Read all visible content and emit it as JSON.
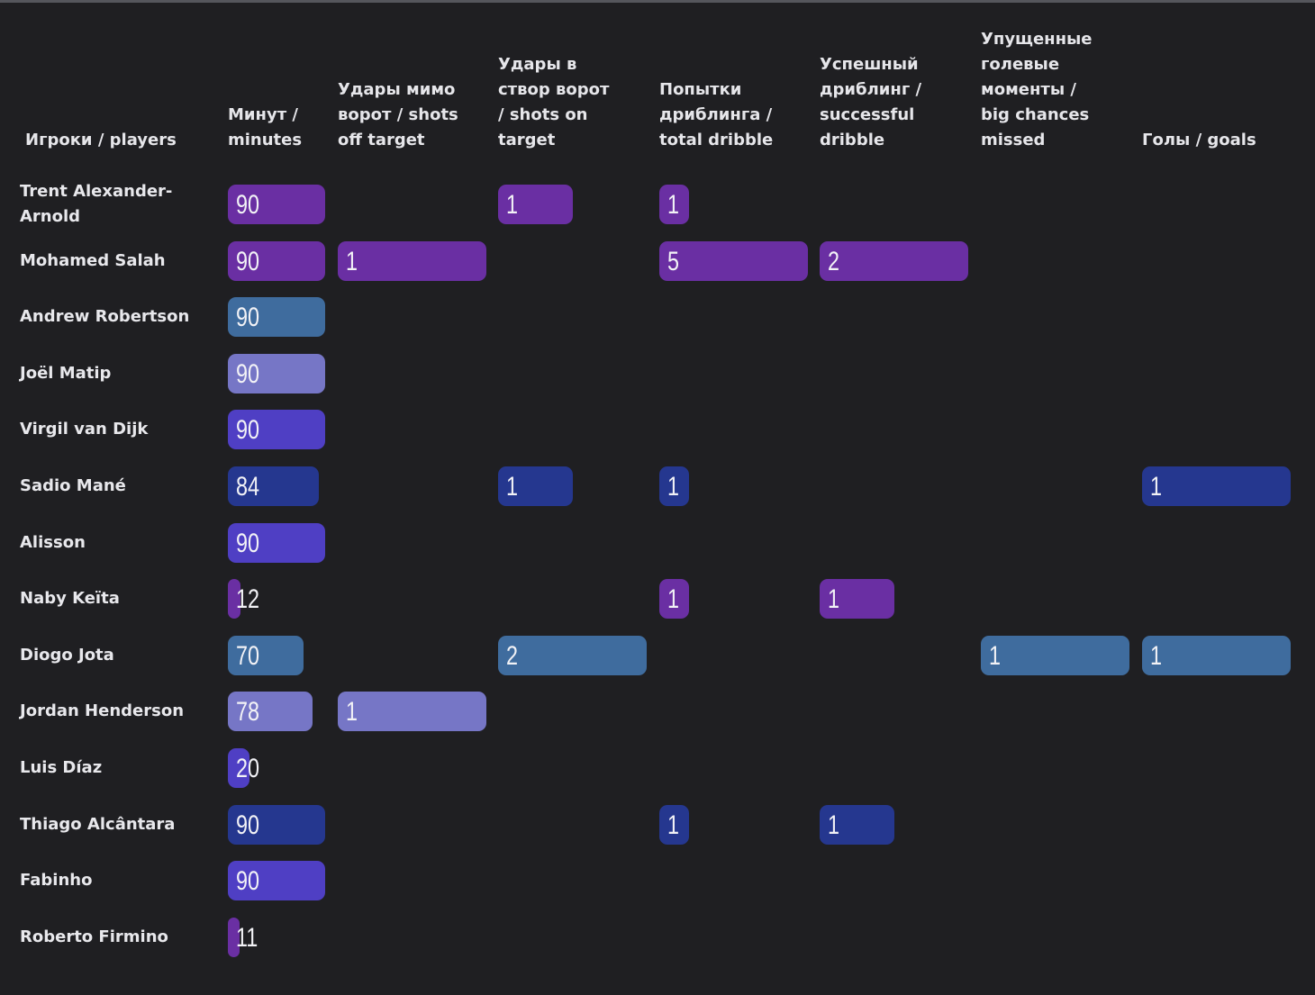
{
  "colors": {
    "purple": "#6a2fa3",
    "steel": "#3f6c9e",
    "lavender": "#7676c6",
    "violet": "#4f3fc4",
    "navy": "#25378f",
    "background": "#1f1f22"
  },
  "chart_data": {
    "type": "table",
    "columns": [
      {
        "key": "minutes",
        "label": "Минут /\nminutes",
        "max": 90
      },
      {
        "key": "shots_off",
        "label": "Удары мимо\nворот / shots\noff target",
        "max": 1
      },
      {
        "key": "shots_on",
        "label": "Удары в\nствор ворот\n/ shots on\ntarget",
        "max": 2
      },
      {
        "key": "dribble_total",
        "label": "Попытки\nдриблинга /\ntotal dribble",
        "max": 5
      },
      {
        "key": "dribble_success",
        "label": "Успешный\nдриблинг /\nsuccessful\ndribble",
        "max": 2
      },
      {
        "key": "big_chances_missed",
        "label": "Упущенные\nголевые\nмоменты /\nbig chances\nmissed",
        "max": 1
      },
      {
        "key": "goals",
        "label": "Голы / goals",
        "max": 1
      }
    ],
    "players_header": "Игроки / players",
    "rows": [
      {
        "player": "Trent Alexander-\nArnold",
        "color": "purple",
        "values": [
          90,
          null,
          1,
          1,
          null,
          null,
          null
        ]
      },
      {
        "player": "Mohamed Salah",
        "color": "purple",
        "values": [
          90,
          1,
          null,
          5,
          2,
          null,
          null
        ]
      },
      {
        "player": "Andrew Robertson",
        "color": "steel",
        "values": [
          90,
          null,
          null,
          null,
          null,
          null,
          null
        ]
      },
      {
        "player": "Joël Matip",
        "color": "lavender",
        "values": [
          90,
          null,
          null,
          null,
          null,
          null,
          null
        ]
      },
      {
        "player": "Virgil van Dijk",
        "color": "violet",
        "values": [
          90,
          null,
          null,
          null,
          null,
          null,
          null
        ]
      },
      {
        "player": "Sadio Mané",
        "color": "navy",
        "values": [
          84,
          null,
          1,
          1,
          null,
          null,
          1
        ]
      },
      {
        "player": "Alisson",
        "color": "violet",
        "values": [
          90,
          null,
          null,
          null,
          null,
          null,
          null
        ]
      },
      {
        "player": "Naby Keïta",
        "color": "purple",
        "values": [
          12,
          null,
          null,
          1,
          1,
          null,
          null
        ]
      },
      {
        "player": "Diogo Jota",
        "color": "steel",
        "values": [
          70,
          null,
          2,
          null,
          null,
          1,
          1
        ]
      },
      {
        "player": "Jordan Henderson",
        "color": "lavender",
        "values": [
          78,
          1,
          null,
          null,
          null,
          null,
          null
        ]
      },
      {
        "player": "Luis Díaz",
        "color": "violet",
        "values": [
          20,
          null,
          null,
          null,
          null,
          null,
          null
        ]
      },
      {
        "player": "Thiago Alcântara",
        "color": "navy",
        "values": [
          90,
          null,
          null,
          1,
          1,
          null,
          null
        ]
      },
      {
        "player": "Fabinho",
        "color": "violet",
        "values": [
          90,
          null,
          null,
          null,
          null,
          null,
          null
        ]
      },
      {
        "player": "Roberto Firmino",
        "color": "purple",
        "values": [
          11,
          null,
          null,
          null,
          null,
          null,
          null
        ]
      }
    ]
  }
}
